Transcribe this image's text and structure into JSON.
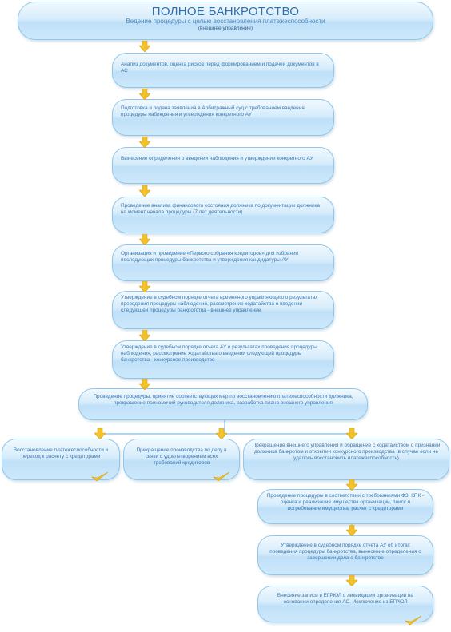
{
  "title": {
    "main": "ПОЛНОЕ БАНКРОТСТВО",
    "sub": "Ведение процедуры с целью восстановления платежеспособности",
    "note": "(внешнее управление)"
  },
  "steps": [
    "Анализ документов, оценка рисков перед формированием и подачей документов в АС",
    "Подготовка и подача заявления в Арбитражный суд с требованием введения процедуры наблюдения и утверждения конкретного АУ",
    "Вынесение определения о введении наблюдения и утверждении конкретного АУ",
    "Проведение анализа финансового состояния должника по документации должника на момент начала процедуры (7 лет деятельности)",
    "Организация и проведение «Первого собрания кредиторов» для избрания последующих процедуры банкротства и утверждения кандидатуры АУ",
    "Утверждение в судебном порядке отчета временного управляющего о результатах проведения процедуры наблюдения, рассмотрение ходатайства о введении следующей процедуры банкротства - внешнее управление",
    "Утверждение в судебном порядке отчета АУ о результатах проведения процедуры наблюдения, рассмотрение ходатайства о введении следующей процедуры банкротства - конкурсное производство",
    "Проведение процедуры, принятие соответствующих мер по восстановлению платежеспособности должника, прекращение полномочий руководителя должника, разработка плана внешнего управления"
  ],
  "branches": [
    "Восстановление платежеспособности и переход к расчету с кредиторами",
    "Прекращение производства по делу в связи с удовлетворением всех требований кредиторов",
    "Прекращение внешнего управления и обращение с ходатайством о признании должника банкротом и открытии конкурсного производства (в случае если не удалось восстановить платежеспособность)"
  ],
  "substeps": [
    "Проведение процедуры в соответствии с требованиями ФЗ, КПК - оценка и реализация имущества организации, поиск и истребование имущества, расчет с кредиторами",
    "Утверждение в судебном порядке отчета АУ об итогах проведения процедуры банкротства, вынесение определения о завершении дела о банкротстве",
    "Внесение записи в ЕГРЮЛ о ликвидации организации на основании определения АС. Исключение из ЕГРЮЛ"
  ],
  "colors": {
    "box_border": "#8fc6ea",
    "box_fill": "#cde8fb",
    "text": "#3b78b0",
    "arrow": "#f3c12a",
    "check": "#f2c228",
    "connector": "#9cc9ea"
  }
}
